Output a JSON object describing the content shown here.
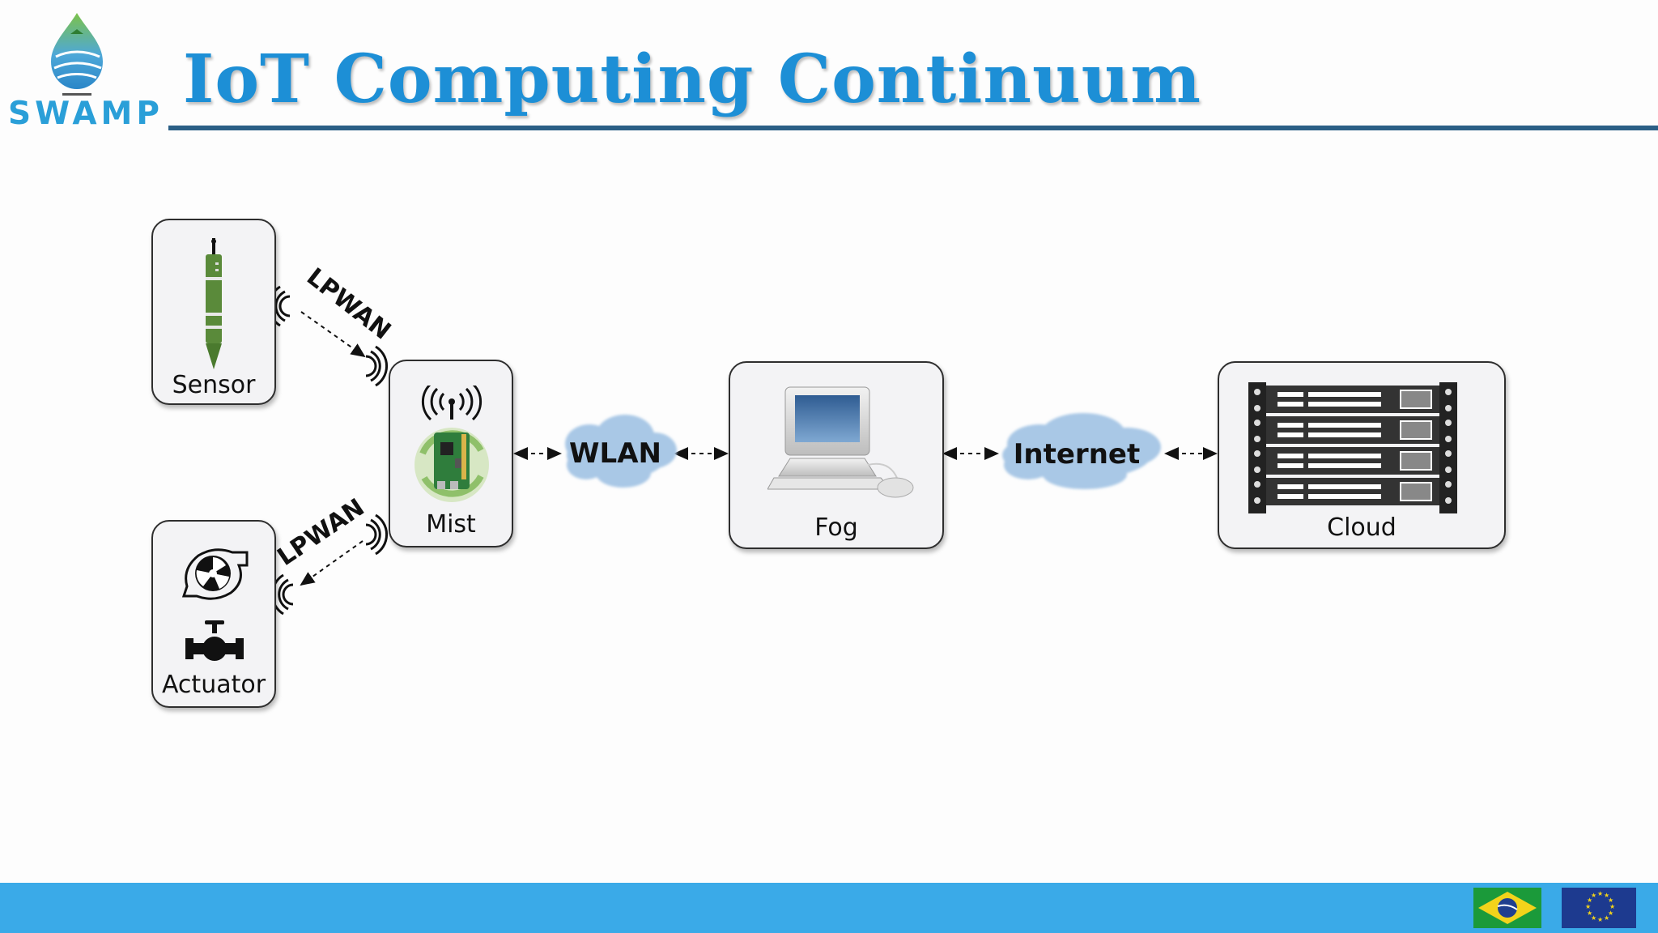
{
  "slide": {
    "title": "IoT Computing Continuum",
    "logo_text": "SWAMP"
  },
  "diagram": {
    "nodes": {
      "sensor": "Sensor",
      "actuator": "Actuator",
      "mist": "Mist",
      "fog": "Fog",
      "cloud": "Cloud"
    },
    "links": {
      "lpwan_top": "LPWAN",
      "lpwan_bottom": "LPWAN",
      "wlan": "WLAN",
      "internet": "Internet"
    }
  },
  "footer": {
    "flags": [
      "brazil-flag",
      "eu-flag"
    ]
  },
  "colors": {
    "title": "#1d8fd6",
    "title_rule": "#2b5f86",
    "footer": "#3aaae8",
    "cloud_bubble": "#a9c8e6"
  }
}
